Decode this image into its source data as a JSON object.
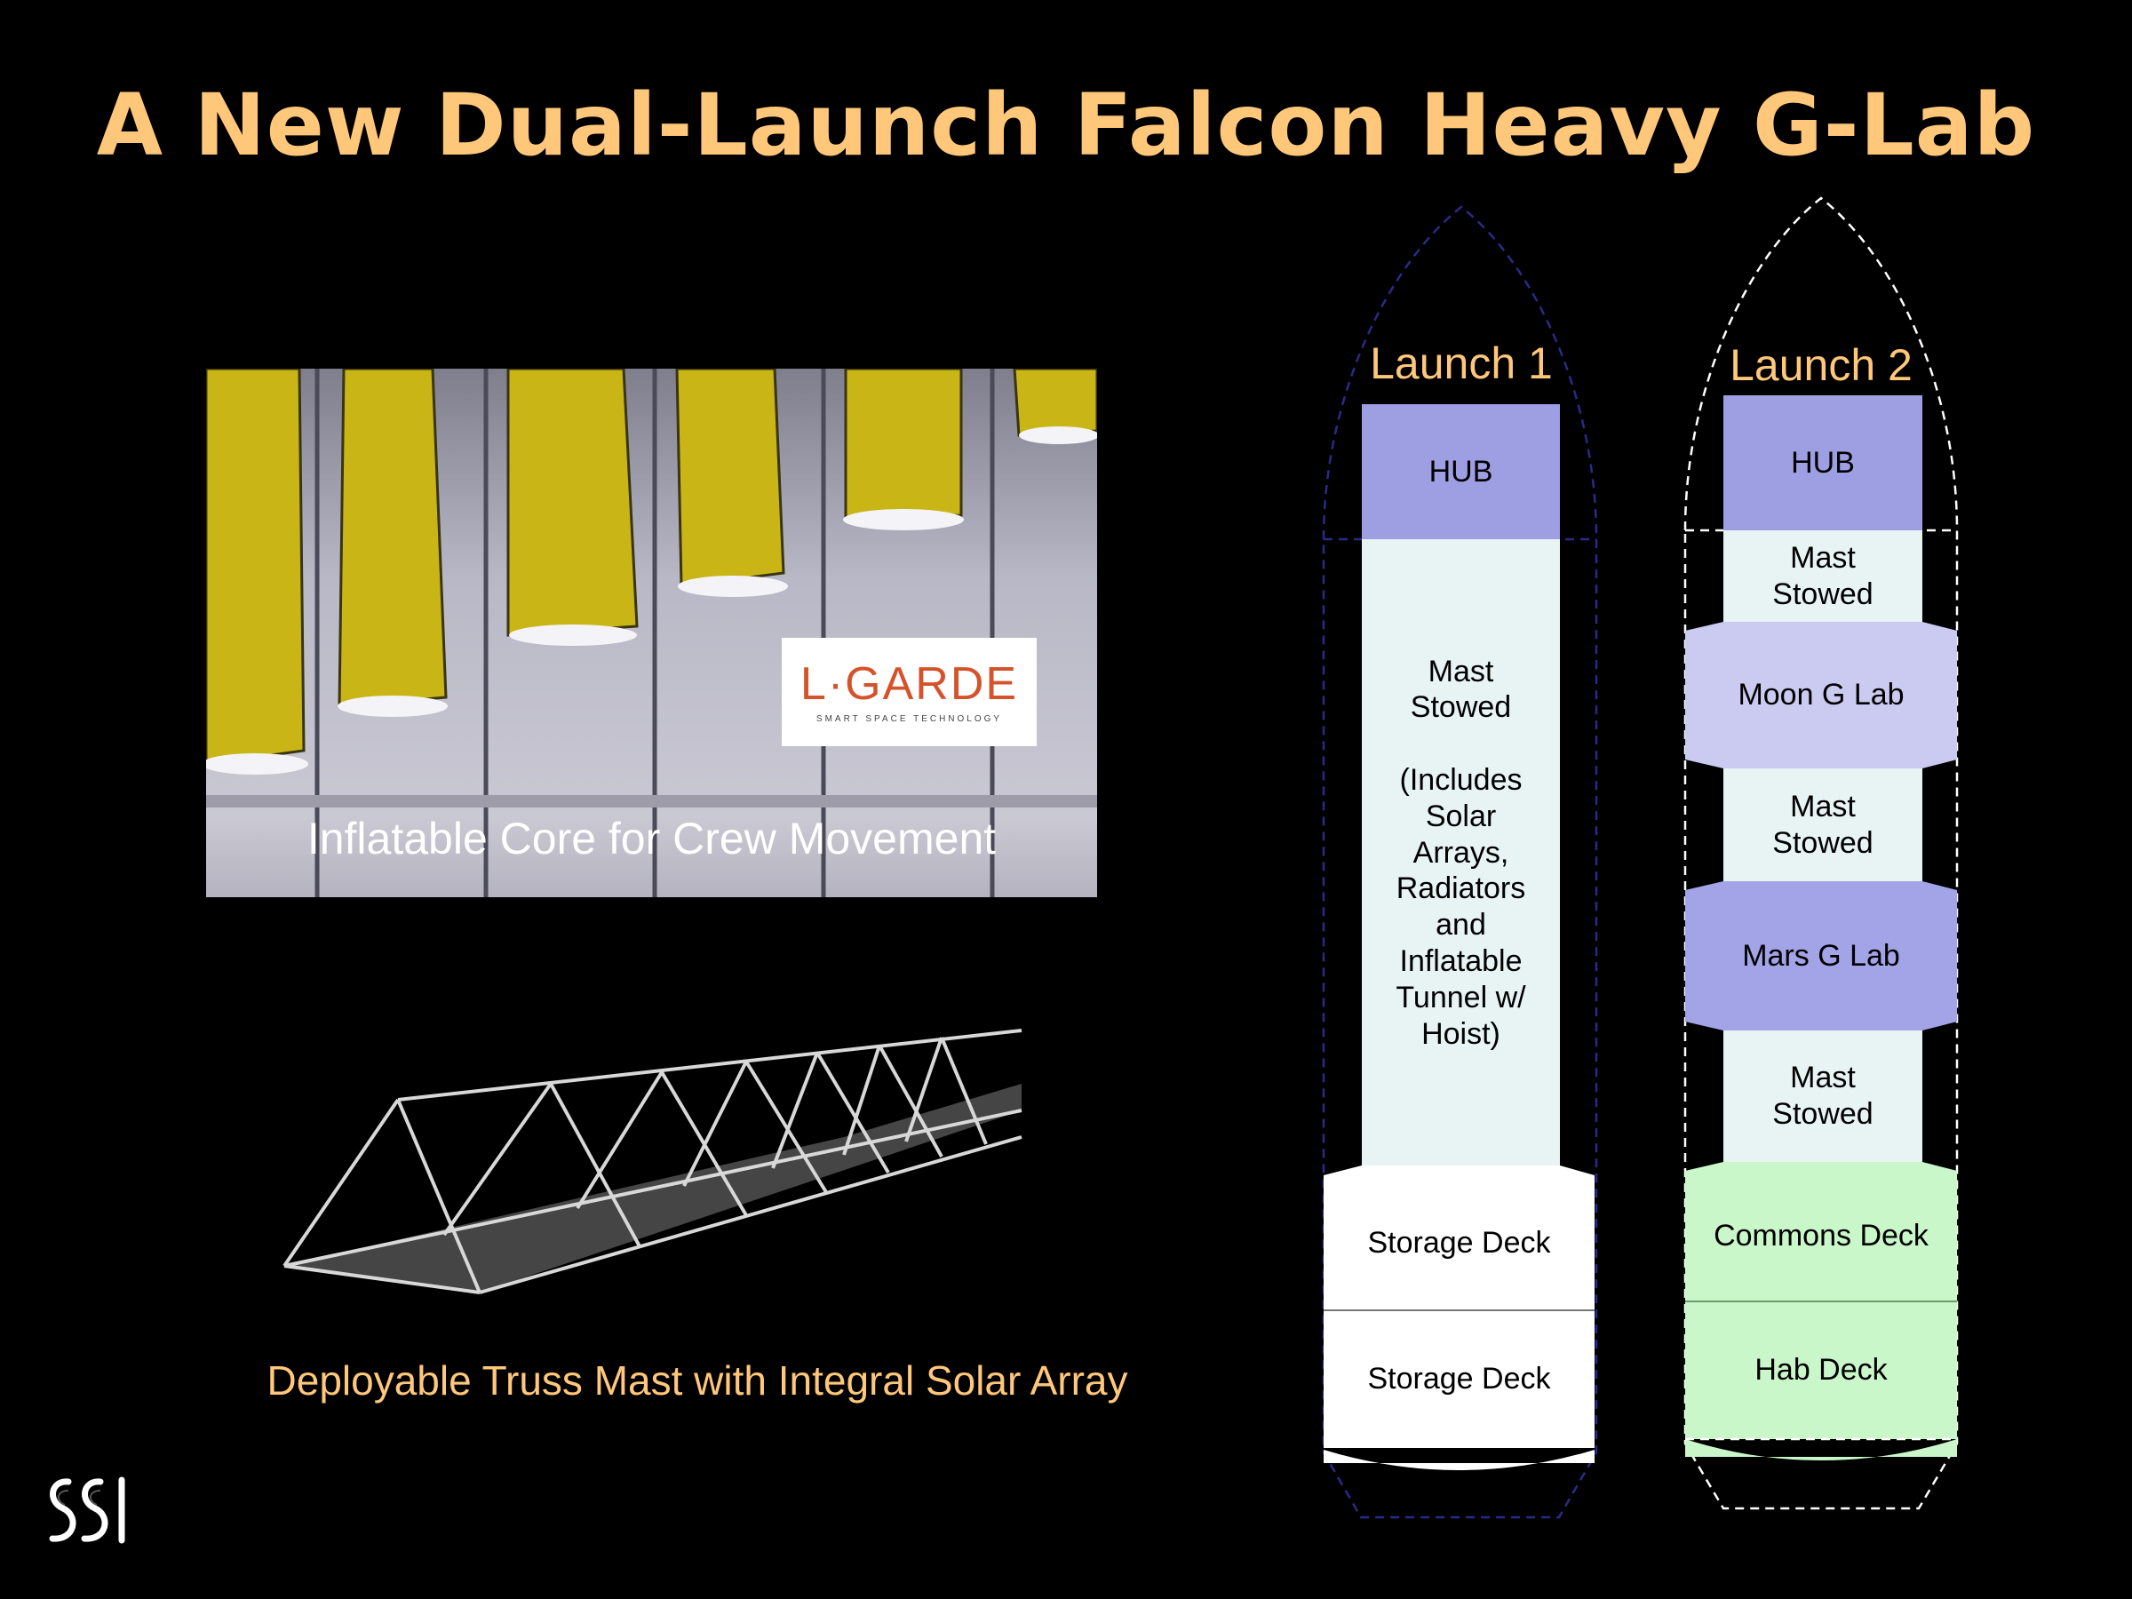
{
  "title": "A New Dual-Launch Falcon Heavy G-Lab",
  "photo": {
    "caption": "Inflatable Core for Crew Movement",
    "logo_main": "L·GARDE",
    "logo_sub": "SMART SPACE TECHNOLOGY"
  },
  "truss": {
    "caption": "Deployable Truss Mast with Integral Solar Array"
  },
  "launch1": {
    "title": "Launch 1",
    "hub": "HUB",
    "mast": "Mast\nStowed\n\n(Includes\nSolar\nArrays,\nRadiators\nand\nInflatable\nTunnel w/\nHoist)",
    "storage1": "Storage Deck",
    "storage2": "Storage Deck"
  },
  "launch2": {
    "title": "Launch 2",
    "hub": "HUB",
    "mast1": "Mast\nStowed",
    "moon": "Moon G Lab",
    "mast2": "Mast\nStowed",
    "mars": "Mars G Lab",
    "mast3": "Mast\nStowed",
    "commons": "Commons Deck",
    "hab": "Hab Deck"
  },
  "colors": {
    "title": "#FFC77A",
    "hub": "#9E9EE3",
    "mast": "#E8F4F4",
    "moon": "#CBCBF1",
    "mars": "#A3A3E8",
    "commons": "#C9F7C9",
    "storage": "#FFFFFF",
    "fairing1": "#262680",
    "fairing2": "#FFFFFF"
  },
  "footer_logo": "SSI"
}
